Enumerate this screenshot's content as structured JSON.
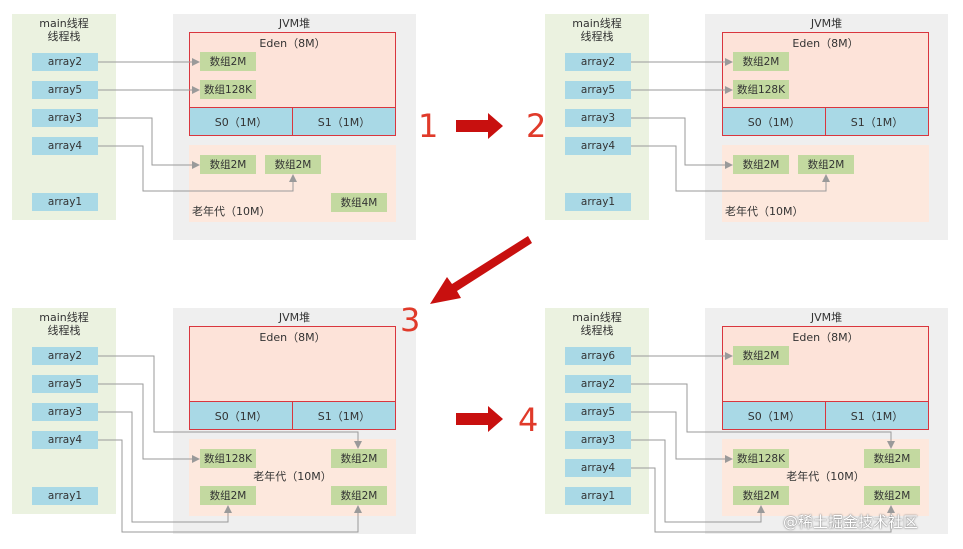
{
  "labels": {
    "stack_title_line1": "main线程",
    "stack_title_line2": "线程栈",
    "jvm_heap": "JVM堆",
    "eden": "Eden（8M）",
    "s0": "S0（1M）",
    "s1": "S1（1M）",
    "old_gen": "老年代（10M）"
  },
  "steps": [
    {
      "stack_vars": [
        "array2",
        "array5",
        "array3",
        "array4",
        "array1"
      ],
      "eden_objects": [
        "数组2M",
        "数组128K"
      ],
      "old_objects": [
        "数组2M",
        "数组2M",
        "数组4M"
      ]
    },
    {
      "stack_vars": [
        "array2",
        "array5",
        "array3",
        "array4",
        "array1"
      ],
      "eden_objects": [
        "数组2M",
        "数组128K"
      ],
      "old_objects": [
        "数组2M",
        "数组2M"
      ]
    },
    {
      "stack_vars": [
        "array2",
        "array5",
        "array3",
        "array4",
        "array1"
      ],
      "eden_objects": [],
      "old_objects": [
        "数组128K",
        "数组2M",
        "数组2M",
        "数组2M"
      ]
    },
    {
      "stack_vars": [
        "array6",
        "array2",
        "array5",
        "array3",
        "array4",
        "array1"
      ],
      "eden_objects": [
        "数组2M"
      ],
      "old_objects": [
        "数组128K",
        "数组2M",
        "数组2M",
        "数组2M"
      ]
    }
  ],
  "step_numbers": [
    "1",
    "2",
    "3",
    "4"
  ],
  "watermark": "@稀土掘金技术社区",
  "colors": {
    "stack_bg": "#ebf2e0",
    "heap_bg": "#efefef",
    "eden_bg": "#fde3d9",
    "border_red": "#d9363e",
    "var_blue": "#a9d9e6",
    "obj_green": "#c3d9a0",
    "old_bg": "#fde8dd",
    "arrow_red": "#c8100f",
    "number_red": "#e03a2a",
    "line_gray": "#9a9a9a"
  }
}
